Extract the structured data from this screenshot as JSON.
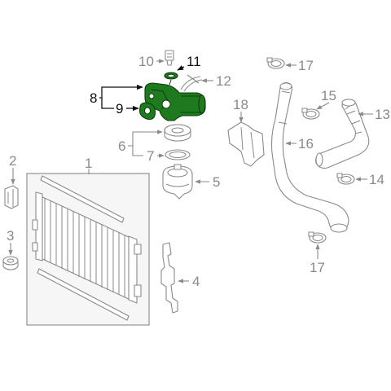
{
  "diagram": {
    "accent_color": "#1f7a1f",
    "line_color": "#8a8a8a",
    "label_color": "#8a8a8a",
    "highlight_label_color": "#111111",
    "callouts": {
      "c1": "1",
      "c2": "2",
      "c3": "3",
      "c4": "4",
      "c5": "5",
      "c6": "6",
      "c7": "7",
      "c8": "8",
      "c9": "9",
      "c10": "10",
      "c11": "11",
      "c12": "12",
      "c13": "13",
      "c14": "14",
      "c15": "15",
      "c16": "16",
      "c17a": "17",
      "c17b": "17",
      "c18": "18"
    },
    "highlighted_callouts": [
      "8",
      "9",
      "11"
    ]
  }
}
